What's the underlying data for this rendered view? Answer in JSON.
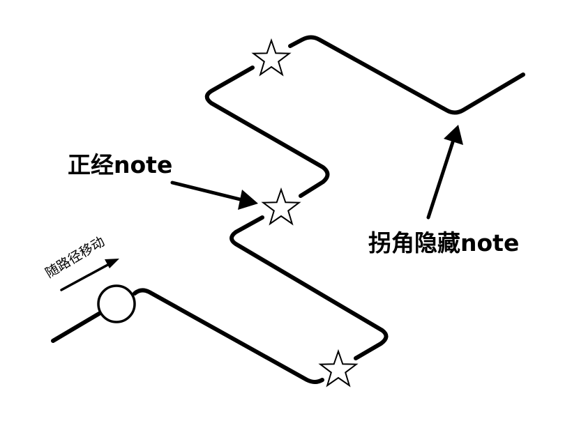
{
  "labels": {
    "normal_note": "正经note",
    "hidden_note": "拐角隐藏note",
    "move_along": "随路径移动"
  },
  "colors": {
    "stroke": "#000000",
    "fill": "#ffffff"
  },
  "icons": {
    "note": "star-icon",
    "player": "circle-icon"
  }
}
